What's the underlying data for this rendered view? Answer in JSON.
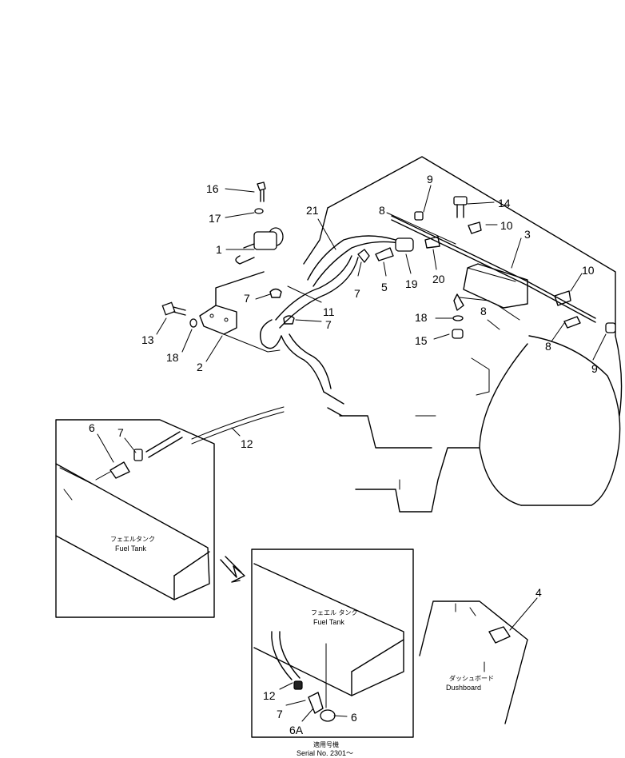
{
  "callouts": {
    "c1": "1",
    "c2": "2",
    "c3": "3",
    "c4": "4",
    "c5": "5",
    "c6_left": "6",
    "c6_inset": "6",
    "c6a": "6A",
    "c7_inset": "7",
    "c7_a": "7",
    "c7_b": "7",
    "c7_c": "7",
    "c7_insetb": "7",
    "c8_a": "8",
    "c8_b": "8",
    "c8_c": "8",
    "c9_a": "9",
    "c9_b": "9",
    "c10_a": "10",
    "c10_b": "10",
    "c11": "11",
    "c12_main": "12",
    "c12_inset": "12",
    "c13": "13",
    "c14": "14",
    "c15": "15",
    "c16": "16",
    "c17": "17",
    "c18_a": "18",
    "c18_b": "18",
    "c19": "19",
    "c20": "20",
    "c21": "21"
  },
  "labels": {
    "fuel_tank_jp_left": "フェエルタンク",
    "fuel_tank_en_left": "Fuel Tank",
    "fuel_tank_jp_inset": "フェエル タンク",
    "fuel_tank_en_inset": "Fuel Tank",
    "dashboard_jp": "ダッシュボード",
    "dashboard_en": "Dushboard",
    "serial_jp": "適用号機",
    "serial_en": "Serial No. 2301～"
  }
}
